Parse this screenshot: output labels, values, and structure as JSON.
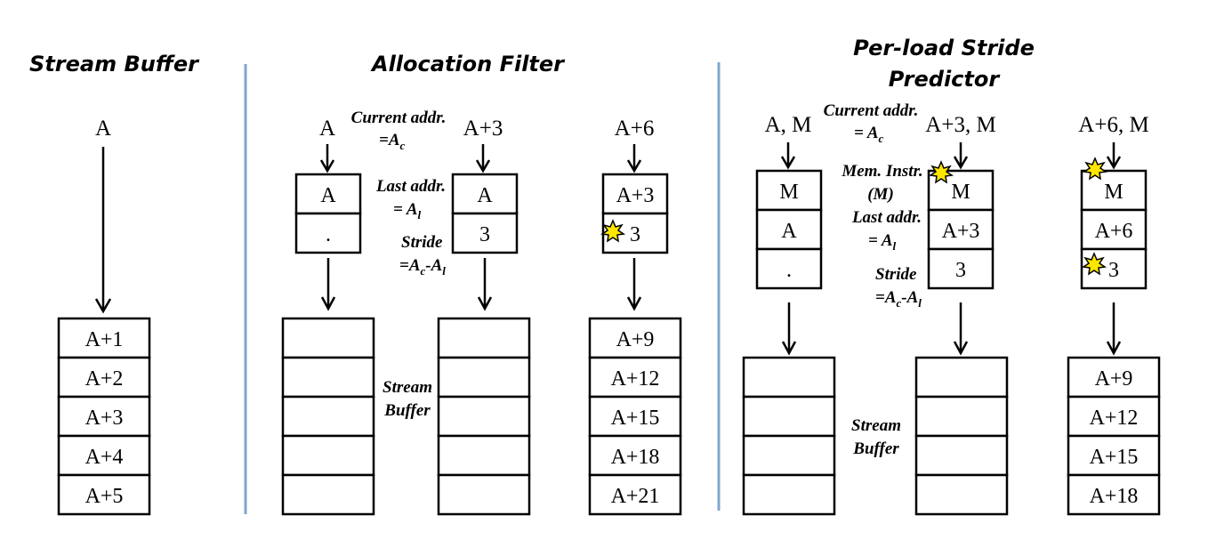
{
  "headers": {
    "stream_buffer": "Stream Buffer",
    "allocation_filter": "Allocation Filter",
    "per_load_line1": "Per-load Stride",
    "per_load_line2": "Predictor"
  },
  "colors": {
    "separator": "#7fa7cf",
    "burst_fill": "#ffe600",
    "ink": "#000000"
  },
  "icons": [
    "burst-icon",
    "arrow-down-icon"
  ],
  "stream_buffer_column": {
    "address": "A",
    "buffer": [
      "A+1",
      "A+2",
      "A+3",
      "A+4",
      "A+5"
    ]
  },
  "allocation_filter": {
    "labels": {
      "current_addr": "Current addr.",
      "current_addr_eq": "=A",
      "current_addr_sub": "c",
      "last_addr": "Last addr.",
      "last_addr_eq": "= A",
      "last_addr_sub": "l",
      "stride": "Stride",
      "stride_eq_a": "=A",
      "stride_eq_sub_c": "c",
      "stride_eq_mid": "-A",
      "stride_eq_sub_l": "l",
      "stream_buffer_line1": "Stream",
      "stream_buffer_line2": "Buffer"
    },
    "columns": [
      {
        "address": "A",
        "entry": [
          "A",
          "."
        ],
        "buffer": [
          "",
          "",
          "",
          "",
          ""
        ]
      },
      {
        "address": "A+3",
        "entry": [
          "A",
          "3"
        ],
        "buffer": [
          "",
          "",
          "",
          "",
          ""
        ]
      },
      {
        "address": "A+6",
        "entry": [
          "A+3",
          "3"
        ],
        "buffer": [
          "A+9",
          "A+12",
          "A+15",
          "A+18",
          "A+21"
        ]
      }
    ]
  },
  "per_load_stride_predictor": {
    "labels": {
      "current_addr": "Current addr.",
      "current_addr_eq": "= A",
      "current_addr_sub": "c",
      "mem_instr": "Mem. Instr.",
      "mem_instr_m": "(M)",
      "last_addr": "Last addr.",
      "last_addr_eq": "= A",
      "last_addr_sub": "l",
      "stride": "Stride",
      "stride_eq_a": "=A",
      "stride_eq_sub_c": "c",
      "stride_eq_mid": "-A",
      "stride_eq_sub_l": "l",
      "stream_buffer_line1": "Stream",
      "stream_buffer_line2": "Buffer"
    },
    "columns": [
      {
        "address": "A, M",
        "entry": [
          "M",
          "A",
          "."
        ],
        "buffer": [
          "",
          "",
          "",
          ""
        ]
      },
      {
        "address": "A+3, M",
        "entry": [
          "M",
          "A+3",
          "3"
        ],
        "buffer": [
          "",
          "",
          "",
          ""
        ]
      },
      {
        "address": "A+6, M",
        "entry": [
          "M",
          "A+6",
          "3"
        ],
        "buffer": [
          "A+9",
          "A+12",
          "A+15",
          "A+18"
        ]
      }
    ]
  }
}
